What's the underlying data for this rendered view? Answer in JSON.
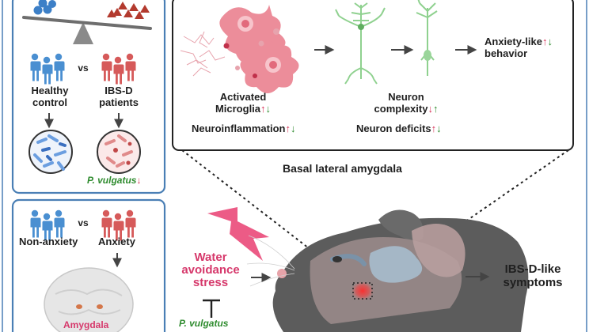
{
  "colors": {
    "panel_border": "#4a7fb5",
    "microglia": "#e88a97",
    "neuron": "#8fd18f",
    "human_blue": "#4a8fd1",
    "human_red": "#d65a5a",
    "stress_pink": "#d6386b",
    "mouse_body": "#5a5a5a",
    "up_arrow": "#d63055",
    "down_arrow": "#2e8b2e"
  },
  "panel_a": {
    "vs": "vs",
    "healthy_line1": "Healthy",
    "healthy_line2": "control",
    "ibs_line1": "IBS-D",
    "ibs_line2": "patients",
    "bacteria_label": "P. vulgatus",
    "bacteria_arrow": "↓"
  },
  "panel_b": {
    "vs": "vs",
    "left_label": "Non-anxiety",
    "right_label": "Anxiety",
    "brain_label": "Amygdala"
  },
  "bla_box": {
    "microglia_line1": "Activated",
    "microglia_line2": "Microglia",
    "microglia_up": "↑",
    "microglia_down": "↓",
    "inflam_label": "Neuroinflammation",
    "inflam_up": "↑",
    "inflam_down": "↓",
    "complexity_line1": "Neuron",
    "complexity_line2": "complexity",
    "complexity_down": "↓",
    "complexity_up": "↑",
    "deficits_label": "Neuron deficits",
    "deficits_up": "↑",
    "deficits_down": "↓",
    "behavior_line1": "Anxiety-like",
    "behavior_line2": "behavior",
    "behavior_up": "↑",
    "behavior_down": "↓",
    "region_label": "Basal lateral amygdala"
  },
  "stress": {
    "line1": "Water",
    "line2": "avoidance",
    "line3": "stress",
    "inhibitor_label": "P. vulgatus"
  },
  "outcome": {
    "line1": "IBS-D-like",
    "line2": "symptoms"
  }
}
